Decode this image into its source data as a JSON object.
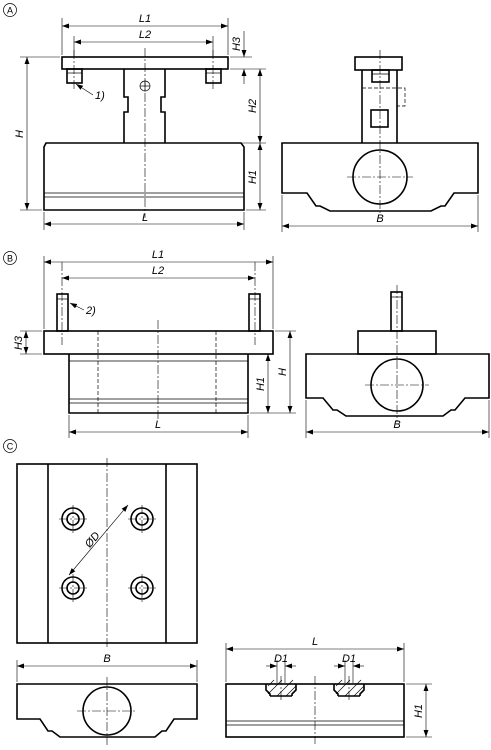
{
  "views": {
    "a": {
      "badge": "A",
      "l1": "L1",
      "l2": "L2",
      "h3": "H3",
      "h": "H",
      "h2": "H2",
      "h1": "H1",
      "l": "L",
      "b": "B",
      "note": "1)"
    },
    "b": {
      "badge": "B",
      "l1": "L1",
      "l2": "L2",
      "h3": "H3",
      "h": "H",
      "h1": "H1",
      "l": "L",
      "b": "B",
      "note": "2)"
    },
    "c": {
      "badge": "C",
      "od": "ØD",
      "b": "B",
      "l": "L",
      "d1a": "D1",
      "d1b": "D1",
      "h1": "H1"
    }
  }
}
